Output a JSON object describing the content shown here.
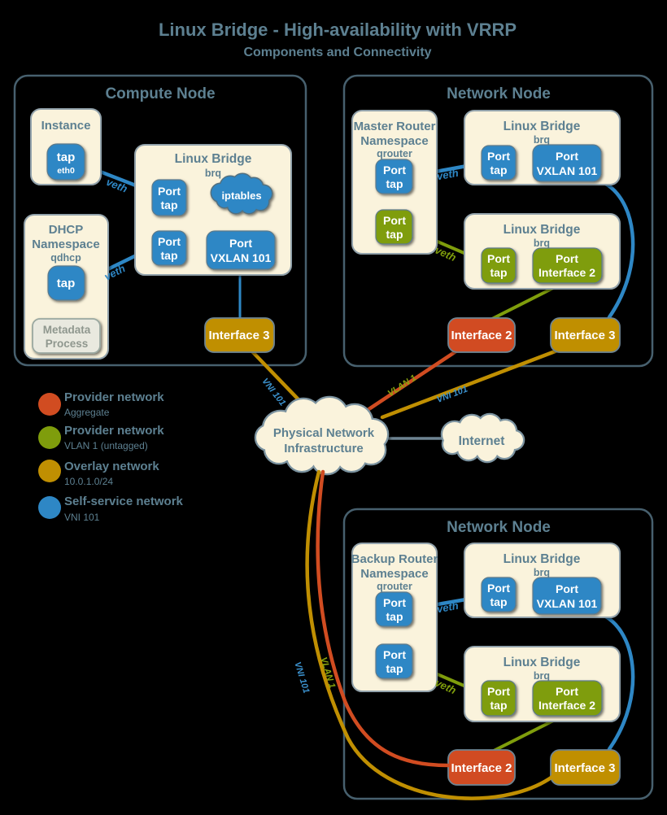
{
  "title": "Linux Bridge - High-availability with VRRP",
  "subtitle": "Components and Connectivity",
  "colors": {
    "self_service_blue": "#2e87c5",
    "provider_vlan_green": "#7f9d0c",
    "overlay_gold": "#c08f02",
    "provider_aggregate_orange": "#d14c21",
    "box_cream": "#faf3dc",
    "text_slate": "#5d8091"
  },
  "edge_labels": {
    "veth": "veth",
    "vni101": "VNI 101",
    "vlan1": "VLAN 1"
  },
  "clouds": {
    "physical_line1": "Physical Network",
    "physical_line2": "Infrastructure",
    "internet": "Internet"
  },
  "legend": {
    "items": [
      {
        "label": "Provider network",
        "sublabel": "Aggregate",
        "color": "#d14c21"
      },
      {
        "label": "Provider network",
        "sublabel": "VLAN 1 (untagged)",
        "color": "#7f9d0c"
      },
      {
        "label": "Overlay network",
        "sublabel": "10.0.1.0/24",
        "color": "#c08f02"
      },
      {
        "label": "Self-service network",
        "sublabel": "VNI 101",
        "color": "#2e87c5"
      }
    ]
  },
  "compute_node": {
    "title": "Compute Node",
    "instance": {
      "title": "Instance",
      "tap_label": "tap",
      "tap_sublabel": "eth0"
    },
    "dhcp": {
      "title_line1": "DHCP",
      "title_line2": "Namespace",
      "name": "qdhcp",
      "tap_label": "tap",
      "metadata_line1": "Metadata",
      "metadata_line2": "Process"
    },
    "bridge": {
      "title": "Linux Bridge",
      "name": "brq",
      "port_tap_upper": {
        "line1": "Port",
        "line2": "tap"
      },
      "iptables_label": "iptables",
      "port_tap_lower": {
        "line1": "Port",
        "line2": "tap"
      },
      "port_vxlan": {
        "line1": "Port",
        "line2": "VXLAN 101"
      }
    },
    "interface3_label": "Interface 3"
  },
  "network_node_top": {
    "title": "Network Node",
    "router": {
      "title_line1": "Master Router",
      "title_line2": "Namespace",
      "name": "qrouter",
      "port_tap_upper": {
        "line1": "Port",
        "line2": "tap"
      },
      "port_tap_lower": {
        "line1": "Port",
        "line2": "tap"
      }
    },
    "bridge1": {
      "title": "Linux Bridge",
      "name": "brq",
      "port_tap": {
        "line1": "Port",
        "line2": "tap"
      },
      "port_vxlan": {
        "line1": "Port",
        "line2": "VXLAN 101"
      }
    },
    "bridge2": {
      "title": "Linux Bridge",
      "name": "brq",
      "port_tap": {
        "line1": "Port",
        "line2": "tap"
      },
      "port_interface2": {
        "line1": "Port",
        "line2": "Interface 2"
      }
    },
    "interface2_label": "Interface 2",
    "interface3_label": "Interface 3"
  },
  "network_node_bottom": {
    "title": "Network Node",
    "router": {
      "title_line1": "Backup Router",
      "title_line2": "Namespace",
      "name": "qrouter",
      "port_tap_upper": {
        "line1": "Port",
        "line2": "tap"
      },
      "port_tap_lower": {
        "line1": "Port",
        "line2": "tap"
      }
    },
    "bridge1": {
      "title": "Linux Bridge",
      "name": "brq",
      "port_tap": {
        "line1": "Port",
        "line2": "tap"
      },
      "port_vxlan": {
        "line1": "Port",
        "line2": "VXLAN 101"
      }
    },
    "bridge2": {
      "title": "Linux Bridge",
      "name": "brq",
      "port_tap": {
        "line1": "Port",
        "line2": "tap"
      },
      "port_interface2": {
        "line1": "Port",
        "line2": "Interface 2"
      }
    },
    "interface2_label": "Interface 2",
    "interface3_label": "Interface 3"
  }
}
